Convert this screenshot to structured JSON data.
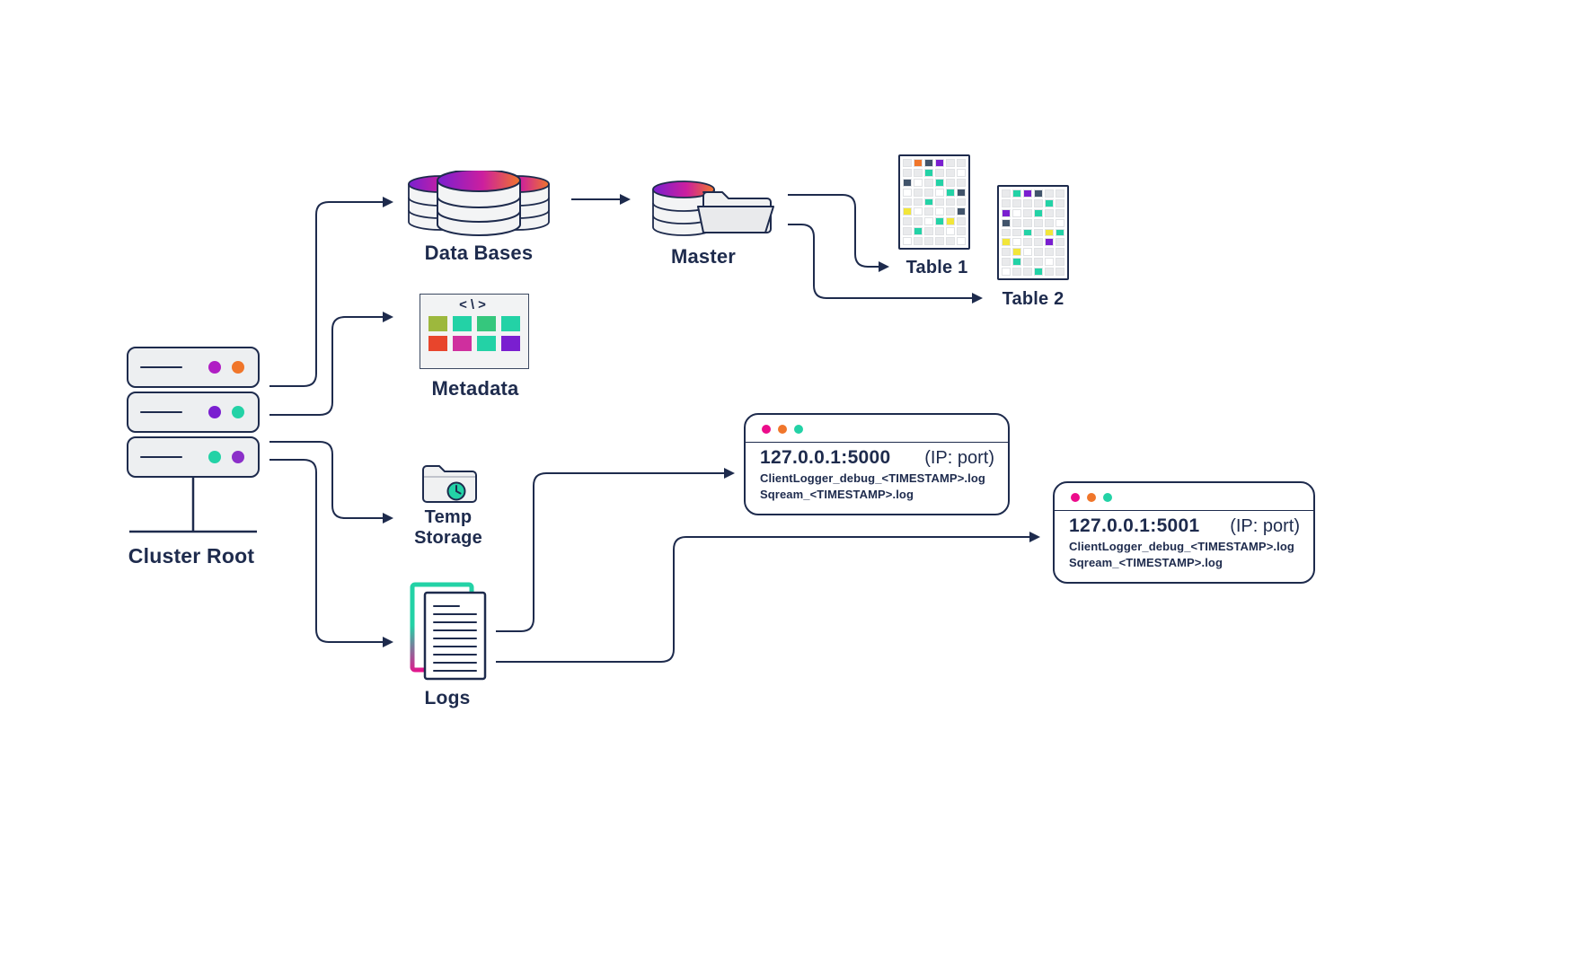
{
  "colors": {
    "navy": "#1e2b4d",
    "magenta": "#ec0c8b",
    "orange": "#f0762b",
    "teal": "#23d2a6",
    "purple": "#7a1fd0",
    "yellow": "#f2e63a",
    "dark_slate": "#41546b"
  },
  "cell_palette": {
    "g": "#e9eaec",
    "w": "#ffffff",
    "o": "#f0762b",
    "d": "#41546b",
    "p": "#7a1fd0",
    "t": "#23d2a6",
    "y": "#f2e63a",
    "m": "#e21f8d"
  },
  "nodes": {
    "cluster_root": {
      "label": "Cluster Root",
      "dot_colors": [
        [
          "#b01ec4",
          "#f0762b"
        ],
        [
          "#7a1fd0",
          "#23d2a6"
        ],
        [
          "#23d2a6",
          "#8b2fc9"
        ]
      ]
    },
    "databases": {
      "label": "Data Bases"
    },
    "master": {
      "label": "Master"
    },
    "metadata": {
      "label": "Metadata",
      "code_glyph": "<\\>",
      "squares": [
        "#9db83d",
        "#23d2a6",
        "#35c77d",
        "#23d2a6",
        "#e8452c",
        "#cf2f9e",
        "#23d2a6",
        "#7a1fd0"
      ]
    },
    "temp_storage": {
      "label": "Temp Storage"
    },
    "logs": {
      "label": "Logs"
    }
  },
  "tables": {
    "table1": {
      "label": "Table 1",
      "grid": [
        "godpgg",
        "ggtggw",
        "dwgtgg",
        "wggwtd",
        "ggtggg",
        "ywgwgd",
        "ggwtyg",
        "gtggwg",
        "wggggw"
      ]
    },
    "table2": {
      "label": "Table 2",
      "grid": [
        "gtpdgg",
        "ggggtg",
        "pwgtgg",
        "dggggw",
        "ggtgyt",
        "ywggpg",
        "gywggg",
        "gtggwg",
        "wggtgg"
      ]
    }
  },
  "terminals": [
    {
      "address": "127.0.0.1:5000",
      "port_hint": "(IP: port)",
      "window_dots": [
        "#ec0c8b",
        "#f0762b",
        "#23d2a6"
      ],
      "log_lines": [
        "ClientLogger_debug_<TIMESTAMP>.log",
        "Sqream_<TIMESTAMP>.log"
      ]
    },
    {
      "address": "127.0.0.1:5001",
      "port_hint": "(IP: port)",
      "window_dots": [
        "#ec0c8b",
        "#f0762b",
        "#23d2a6"
      ],
      "log_lines": [
        "ClientLogger_debug_<TIMESTAMP>.log",
        "Sqream_<TIMESTAMP>.log"
      ]
    }
  ]
}
